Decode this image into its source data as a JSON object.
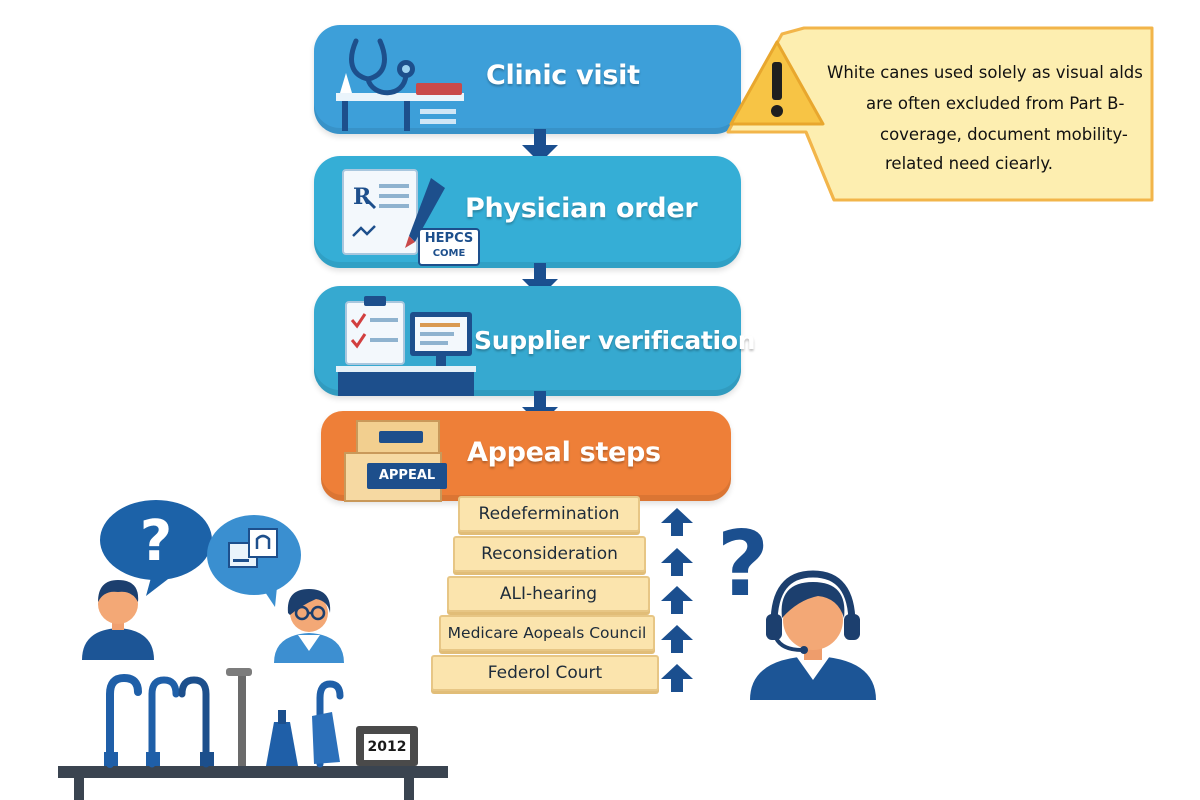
{
  "colors": {
    "clinic": "#3d9fd9",
    "physician": "#35aed6",
    "supplier": "#36a9d0",
    "appeal": "#ee7f38",
    "navy": "#1b4f8f",
    "note_bg": "#fdeeb0",
    "ladder": "#fbe4ad"
  },
  "steps": [
    {
      "label": "Clinic visit",
      "icon": "stethoscope-icon"
    },
    {
      "label": "Physician order",
      "icon": "prescription-icon"
    },
    {
      "label": "Supplier verification",
      "icon": "clipboard-checklist-icon"
    },
    {
      "label": "Appeal steps",
      "icon": "box-icon"
    }
  ],
  "hcpcs_tag": {
    "line1": "HEPCS",
    "line2": "COME"
  },
  "appeal_box_label": "APPEAL",
  "appeal_levels": [
    "Redefermination",
    "Reconsideration",
    "ALI-hearing",
    "Medicare Aopeals Council",
    "Federol Court"
  ],
  "warning": {
    "icon": "warning-icon",
    "lines": [
      "White canes used solely as visual alds",
      "are often excluded from Part B-",
      "coverage, document mobility-",
      "related need ciearly."
    ]
  },
  "display_year": "2012"
}
